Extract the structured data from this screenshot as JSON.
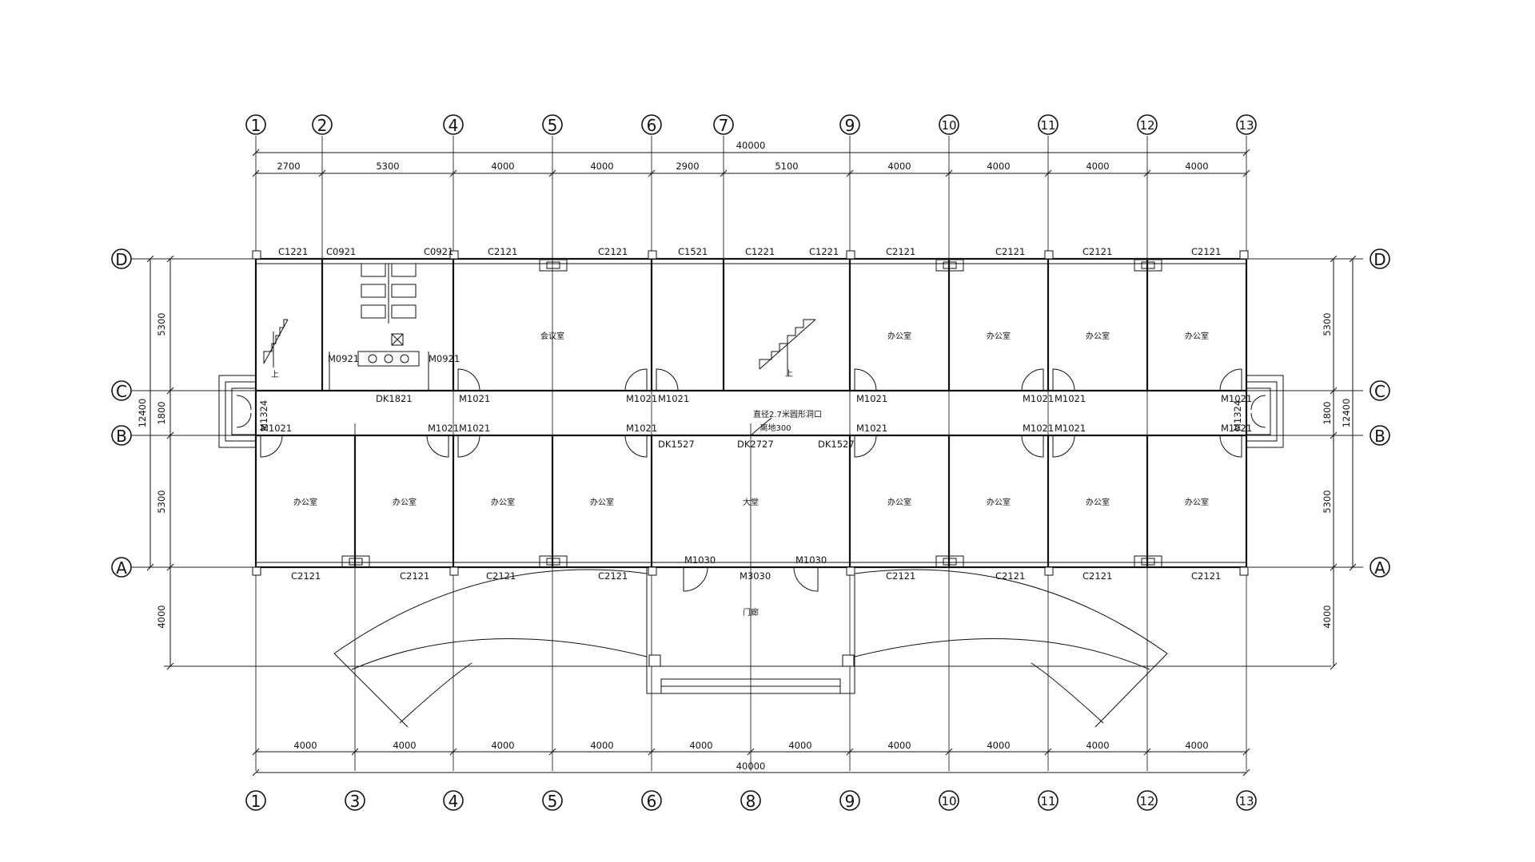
{
  "axes": {
    "top": [
      "1",
      "2",
      "4",
      "5",
      "6",
      "7",
      "9",
      "10",
      "11",
      "12",
      "13"
    ],
    "bottom": [
      "1",
      "3",
      "4",
      "5",
      "6",
      "8",
      "9",
      "10",
      "11",
      "12",
      "13"
    ],
    "rows": [
      "D",
      "C",
      "B",
      "A"
    ]
  },
  "dimensions": {
    "top_total": "40000",
    "top_segments": [
      "2700",
      "5300",
      "4000",
      "4000",
      "2900",
      "5100",
      "4000",
      "4000",
      "4000",
      "4000"
    ],
    "bottom_total": "40000",
    "bottom_segments": [
      "4000",
      "4000",
      "4000",
      "4000",
      "4000",
      "4000",
      "4000",
      "4000",
      "4000",
      "4000"
    ],
    "left_segments": [
      "5300",
      "1800",
      "5300",
      "4000"
    ],
    "left_total": "12400",
    "right_segments": [
      "5300",
      "1800",
      "5300",
      "4000"
    ],
    "right_total": "12400"
  },
  "windows_top": [
    "C1221",
    "C0921",
    "C0921",
    "C2121",
    "C2121",
    "C1521",
    "C1221",
    "C1221",
    "C2121",
    "C2121",
    "C2121",
    "C2121"
  ],
  "windows_bottom": [
    "C2121",
    "C2121",
    "C2121",
    "C2121",
    "C2121",
    "C2121",
    "C2121",
    "C2121"
  ],
  "doors": {
    "toilet_left": "M0921",
    "toilet_right": "M0921",
    "toilet_opening": "DK1821",
    "corridor_north": [
      "M1021",
      "M1021",
      "M1021",
      "M1021",
      "M1021",
      "M1021",
      "M1021"
    ],
    "corridor_south": [
      "M1021",
      "M1021",
      "M1021",
      "M1021",
      "M1021",
      "M1021",
      "M1021",
      "M1021"
    ],
    "end_left": "M1324",
    "end_right": "M1324",
    "hall_openings": [
      "DK1527",
      "DK2727",
      "DK1527"
    ],
    "entrance": [
      "M1030",
      "M3030",
      "M1030"
    ]
  },
  "notes": {
    "hole_line1": "直径2.7米圆形洞口",
    "hole_line2": "离地300"
  },
  "rooms": {
    "meeting": "会议室",
    "office": "办公室",
    "hall": "大堂",
    "porch": "门廊"
  },
  "stairs": {
    "up_label": "上"
  }
}
